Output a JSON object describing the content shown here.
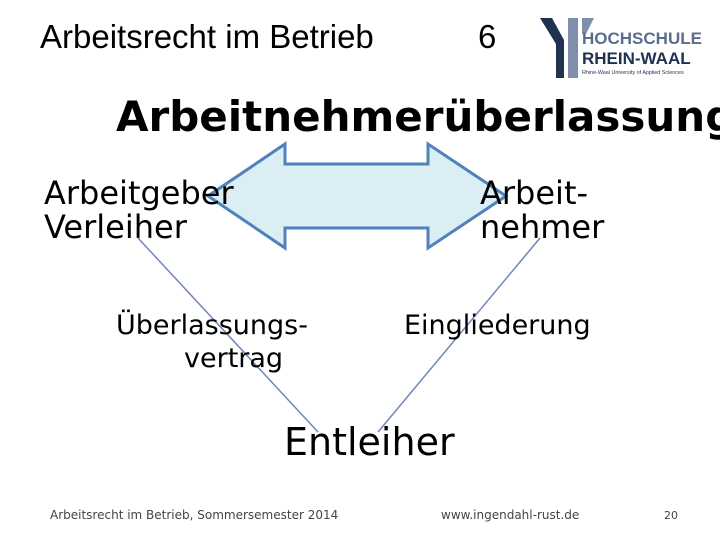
{
  "header": {
    "title": "Arbeitsrecht im Betrieb",
    "number": "6"
  },
  "logo": {
    "line1": "HOCHSCHULE",
    "line2": "RHEIN-WAAL",
    "line3": "Rhine-Waal University of Applied Sciences",
    "colors": {
      "dark": "#1f3050",
      "light": "#7f8eaa"
    }
  },
  "slide": {
    "heading": "Arbeitnehmerüberlassung",
    "employer_line1": "Arbeitgeber",
    "employer_line2": "Verleiher",
    "employee_line1": "Arbeit-",
    "employee_line2": "nehmer",
    "contract_line1": "Überlassungs-",
    "contract_line2": "vertrag",
    "integration": "Eingliederung",
    "borrower": "Entleiher"
  },
  "colors": {
    "arrow_fill": "#dbeef4",
    "arrow_stroke": "#4f81bd",
    "line": "#6f87b8"
  },
  "footer": {
    "left": "Arbeitsrecht im Betrieb, Sommersemester 2014",
    "center": "www.ingendahl-rust.de",
    "page": "20"
  }
}
